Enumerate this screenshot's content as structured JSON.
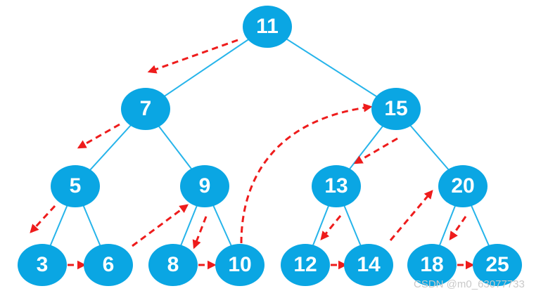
{
  "tree": {
    "nodes": [
      {
        "id": "11",
        "label": "11"
      },
      {
        "id": "7",
        "label": "7"
      },
      {
        "id": "15",
        "label": "15"
      },
      {
        "id": "5",
        "label": "5"
      },
      {
        "id": "9",
        "label": "9"
      },
      {
        "id": "13",
        "label": "13"
      },
      {
        "id": "20",
        "label": "20"
      },
      {
        "id": "3",
        "label": "3"
      },
      {
        "id": "6",
        "label": "6"
      },
      {
        "id": "8",
        "label": "8"
      },
      {
        "id": "10",
        "label": "10"
      },
      {
        "id": "12",
        "label": "12"
      },
      {
        "id": "14",
        "label": "14"
      },
      {
        "id": "18",
        "label": "18"
      },
      {
        "id": "25",
        "label": "25"
      }
    ],
    "edges": [
      [
        "11",
        "7"
      ],
      [
        "11",
        "15"
      ],
      [
        "7",
        "5"
      ],
      [
        "7",
        "9"
      ],
      [
        "15",
        "13"
      ],
      [
        "15",
        "20"
      ],
      [
        "5",
        "3"
      ],
      [
        "5",
        "6"
      ],
      [
        "9",
        "8"
      ],
      [
        "9",
        "10"
      ],
      [
        "13",
        "12"
      ],
      [
        "13",
        "14"
      ],
      [
        "20",
        "18"
      ],
      [
        "20",
        "25"
      ]
    ],
    "traversal_arrows": [
      [
        "11",
        "7"
      ],
      [
        "7",
        "5"
      ],
      [
        "5",
        "3"
      ],
      [
        "3",
        "6"
      ],
      [
        "6",
        "9"
      ],
      [
        "9",
        "8"
      ],
      [
        "8",
        "10"
      ],
      [
        "10",
        "15"
      ],
      [
        "15",
        "13"
      ],
      [
        "13",
        "12"
      ],
      [
        "12",
        "14"
      ],
      [
        "14",
        "20"
      ],
      [
        "20",
        "18"
      ],
      [
        "18",
        "25"
      ]
    ]
  },
  "colors": {
    "node_fill": "#0aa6e3",
    "edge": "#26b4ea",
    "arrow": "#ee1c1c",
    "label": "#ffffff"
  },
  "watermark": "CSDN @m0_63077733"
}
